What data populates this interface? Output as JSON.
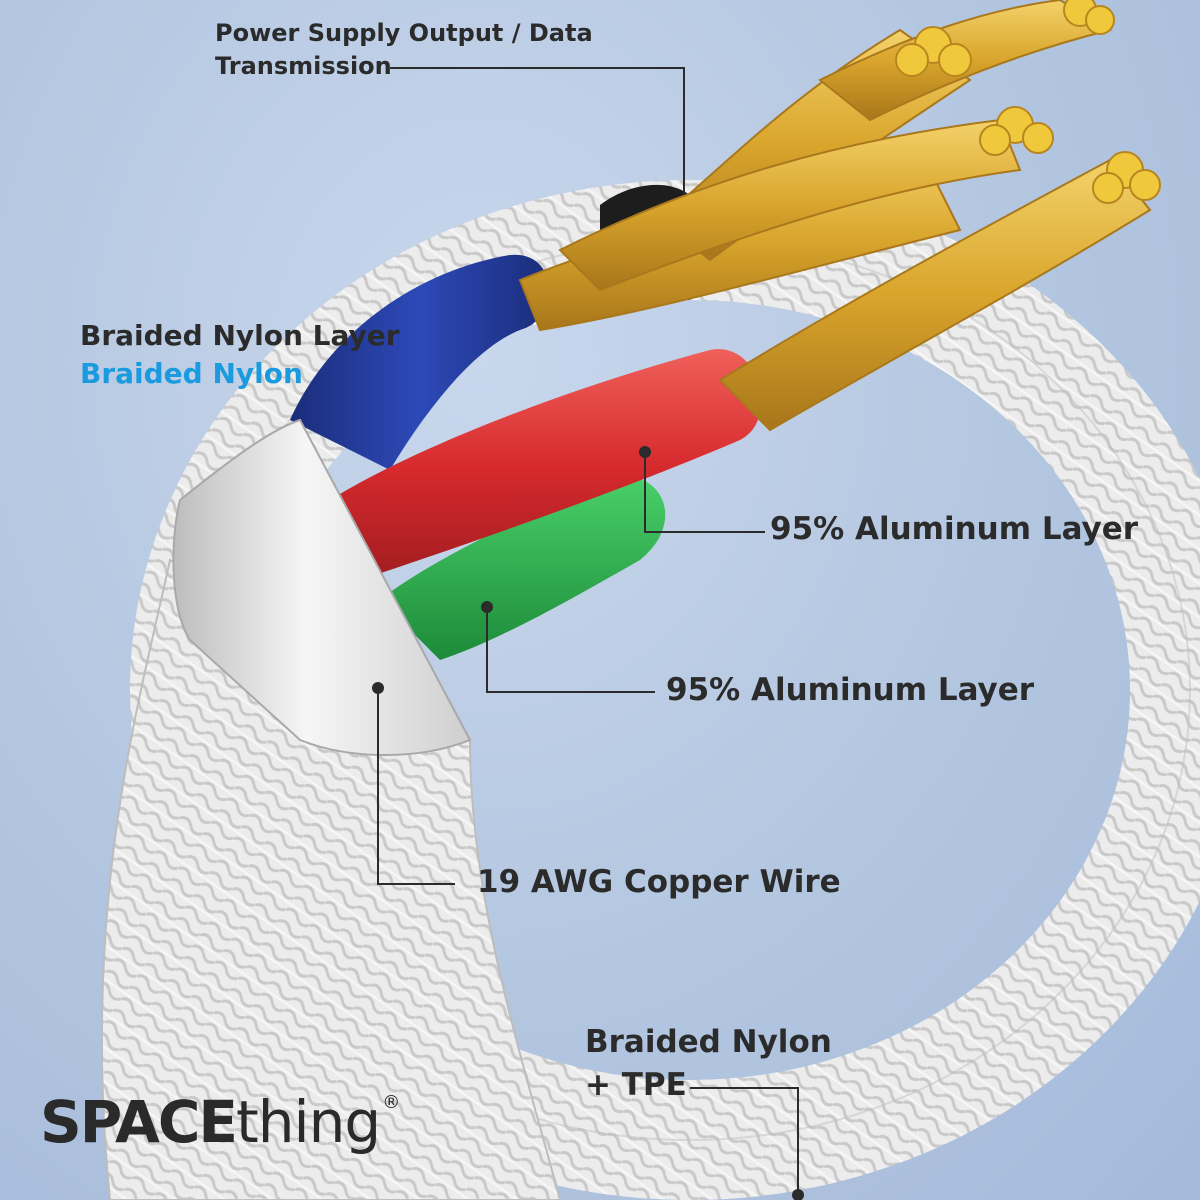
{
  "labels": {
    "power_line1": "Power Supply Output / Data",
    "power_line2": "Transmission",
    "braided_layer": "Braided Nylon Layer",
    "braided_nylon_blue": "Braided Nylon",
    "aluminum_1": "95% Aluminum Layer",
    "aluminum_2": "95% Aluminum Layer",
    "copper_wire": "19 AWG Copper Wire",
    "nylon_tpe_line1": "Braided Nylon",
    "nylon_tpe_line2": "+ TPE"
  },
  "logo": {
    "bold": "SPACE",
    "light": "thing",
    "mark": "®"
  },
  "colors": {
    "background": "#b3c6e0",
    "label_text": "#2b2b2b",
    "accent_blue": "#1a9be0",
    "copper": "#e3b13a",
    "red_wire": "#d6292d",
    "blue_wire": "#233a9a",
    "green_wire": "#2aa84a",
    "sleeve": "#e6e6e6",
    "braid": "#ececec"
  }
}
